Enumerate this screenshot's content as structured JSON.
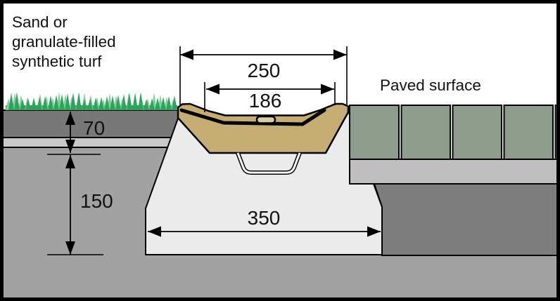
{
  "labels": {
    "turf_lines": [
      "Sand or",
      "granulate-filled",
      "synthetic turf"
    ],
    "paved_surface": "Paved surface"
  },
  "dimensions": {
    "channel_top_width": "250",
    "grate_opening_width": "186",
    "turf_layer_depth": "70",
    "foundation_depth": "150",
    "foundation_width": "350"
  },
  "colors": {
    "background": "#ffffff",
    "line": "#000000",
    "ground": "#a2a2a2",
    "subgrade_dark": "#7d7d7d",
    "turf_base_layer": "#787878",
    "leveling_layer": "#c9c9c9",
    "concrete_bedding": "#ebebeb",
    "channel_body": "#c5ad74",
    "channel_slot": "#d8cda4",
    "paver": "#8d9c8d",
    "paver_bedding": "#bfbfbf",
    "grass_light": "#7ecf98",
    "grass_dark": "#2da35b"
  }
}
